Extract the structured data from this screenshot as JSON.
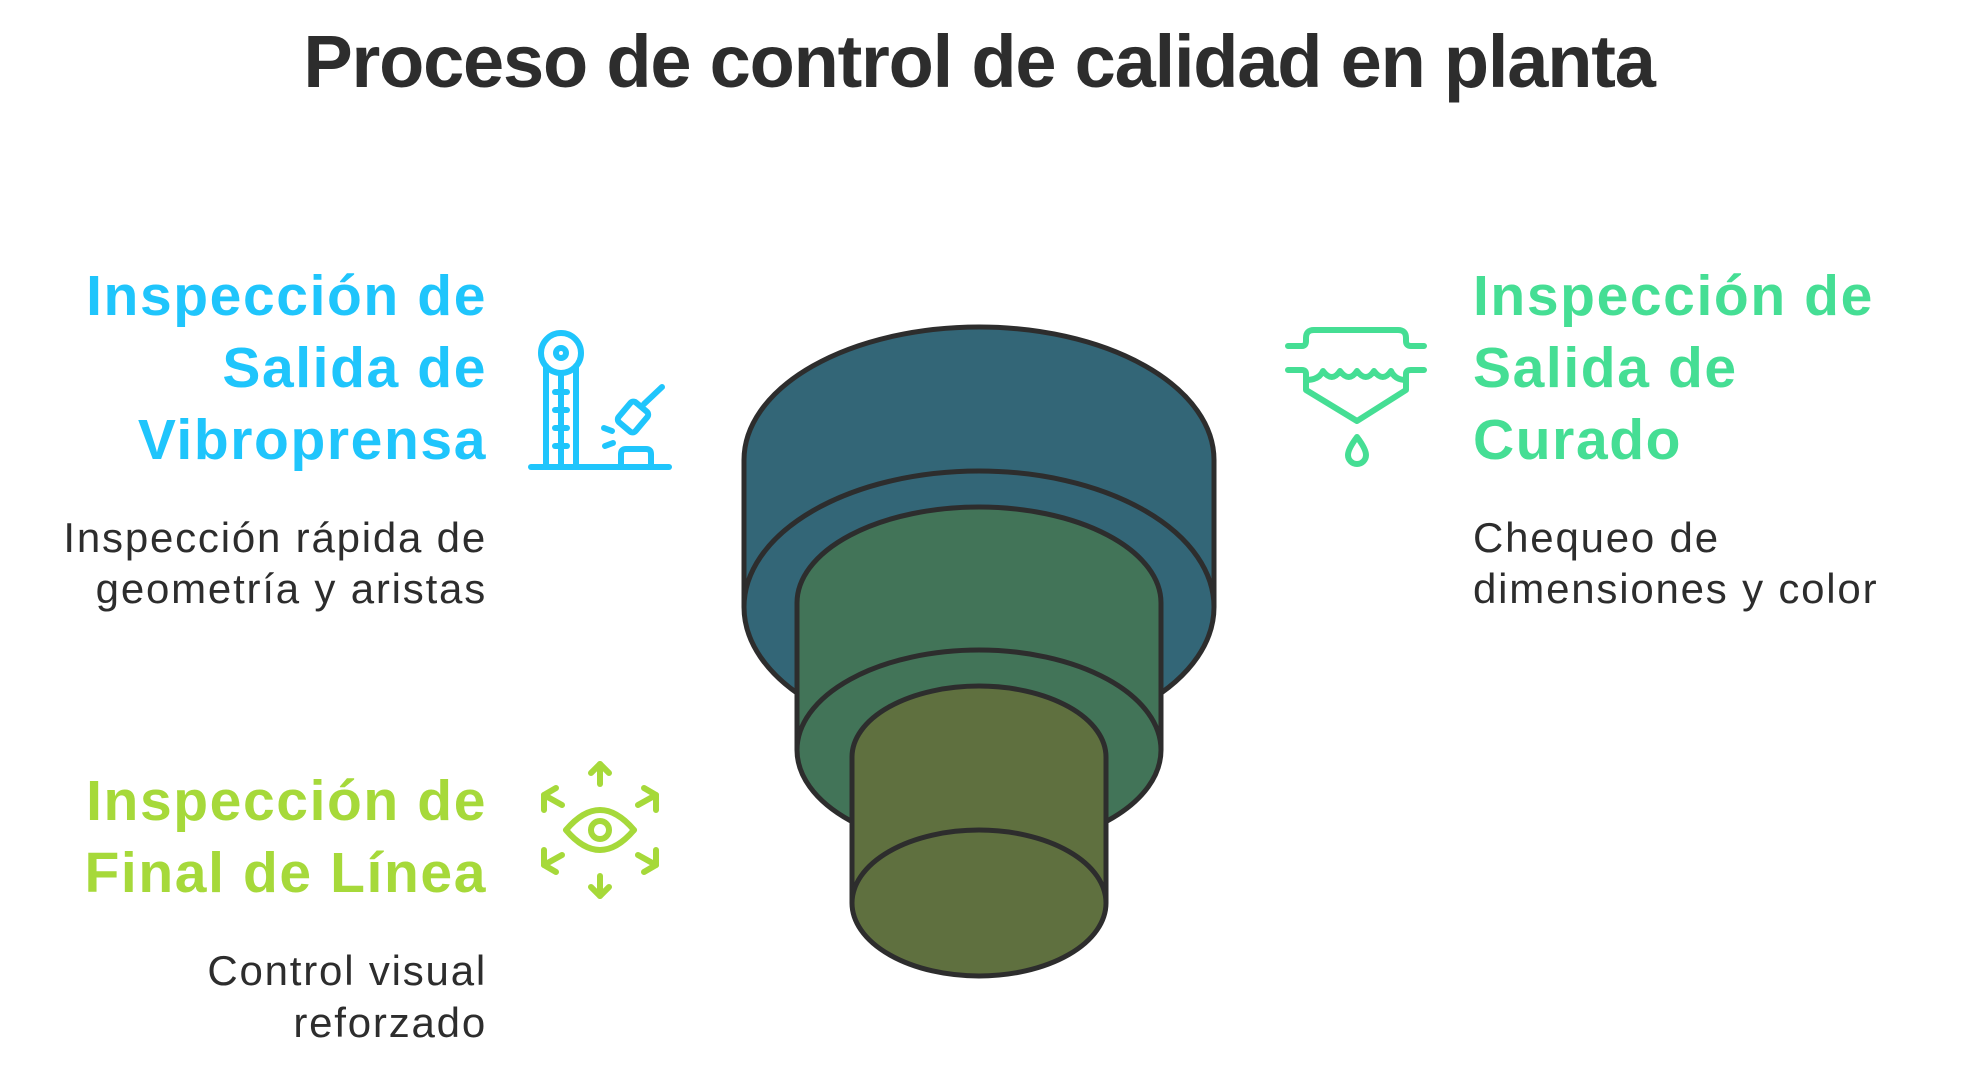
{
  "title": "Proceso de control de calidad en planta",
  "colors": {
    "title_text": "#2d2d2d",
    "body_text": "#2d2d2d",
    "outline": "#2d2d2d",
    "stage1_accent": "#1fc5fc",
    "stage2_accent": "#45de94",
    "stage3_accent": "#a6d93a",
    "cylinder_outer": "#336677",
    "cylinder_middle": "#427458",
    "cylinder_inner": "#5f703f"
  },
  "stages": [
    {
      "id": "vibroprensa",
      "icon": "high-striker-hammer-icon",
      "heading_lines": [
        "Inspección de",
        "Salida de",
        "Vibroprensa"
      ],
      "description_lines": [
        "Inspección rápida de",
        "geometría y aristas"
      ],
      "position": "left-top",
      "color": "#1fc5fc"
    },
    {
      "id": "curado",
      "icon": "tank-water-drip-icon",
      "heading_lines": [
        "Inspección de",
        "Salida de",
        "Curado"
      ],
      "description_lines": [
        "Chequeo de",
        "dimensiones y color"
      ],
      "position": "right-top",
      "color": "#45de94"
    },
    {
      "id": "final-de-linea",
      "icon": "eye-arrows-icon",
      "heading_lines": [
        "Inspección de",
        "Final de Línea"
      ],
      "description_lines": [
        "Control visual",
        "reforzado"
      ],
      "position": "left-bottom",
      "color": "#a6d93a"
    }
  ],
  "funnel": {
    "layers": [
      {
        "name": "outer",
        "color": "#336677"
      },
      {
        "name": "middle",
        "color": "#427458"
      },
      {
        "name": "inner",
        "color": "#5f703f"
      }
    ]
  }
}
